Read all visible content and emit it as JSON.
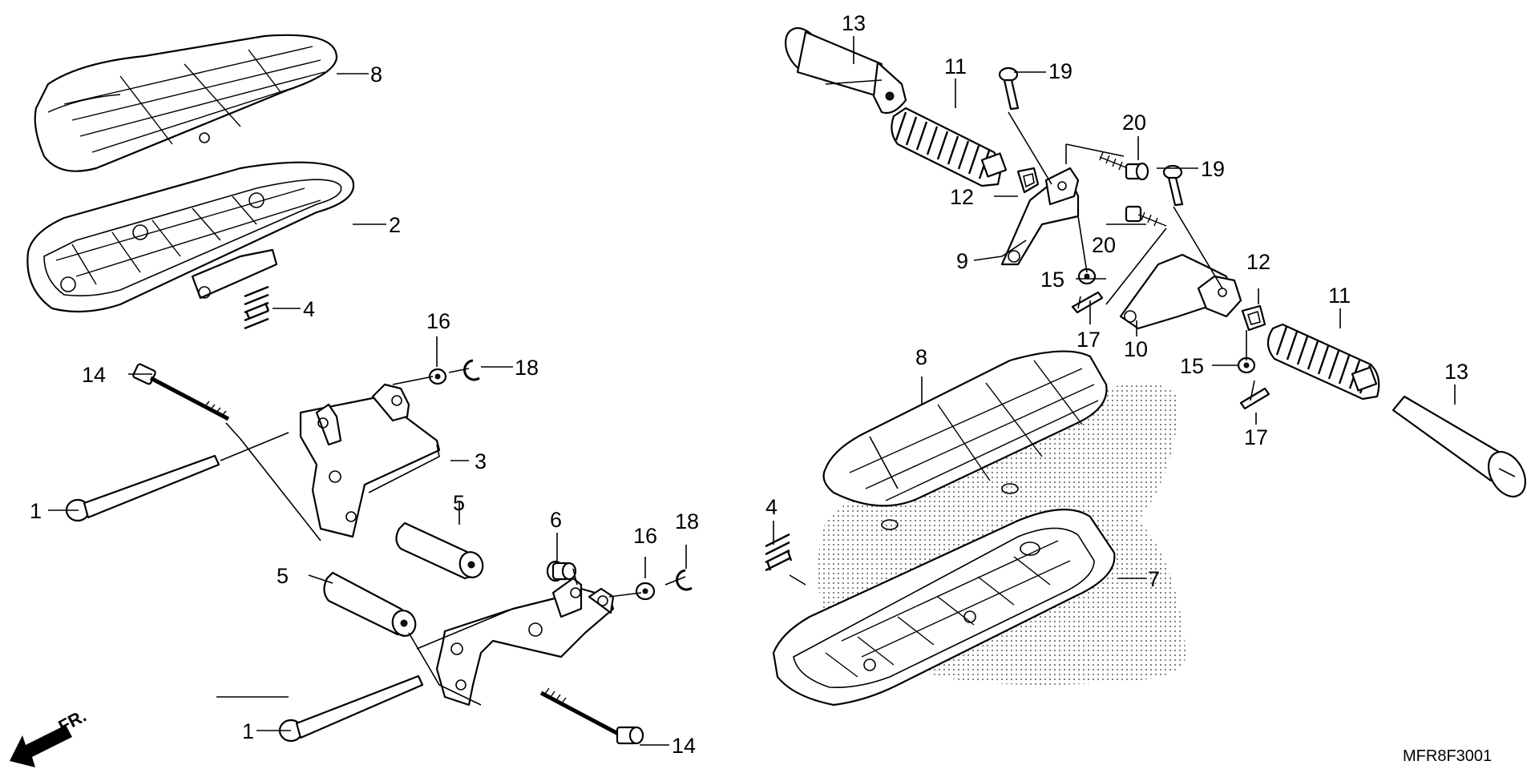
{
  "diagram": {
    "code": "MFR8F3001",
    "direction_label": "FR.",
    "direction_icon": "arrow-down-left-icon",
    "parts": {
      "p1a": "1",
      "p1b": "1",
      "p2": "2",
      "p3": "3",
      "p4a": "4",
      "p4b": "4",
      "p5a": "5",
      "p5b": "5",
      "p6": "6",
      "p7": "7",
      "p8a": "8",
      "p8b": "8",
      "p9": "9",
      "p10": "10",
      "p11a": "11",
      "p11b": "11",
      "p12a": "12",
      "p12b": "12",
      "p13a": "13",
      "p13b": "13",
      "p14a": "14",
      "p14b": "14",
      "p15a": "15",
      "p15b": "15",
      "p16a": "16",
      "p16b": "16",
      "p17a": "17",
      "p17b": "17",
      "p18a": "18",
      "p18b": "18",
      "p19a": "19",
      "p19b": "19",
      "p20a": "20",
      "p20b": "20"
    }
  }
}
